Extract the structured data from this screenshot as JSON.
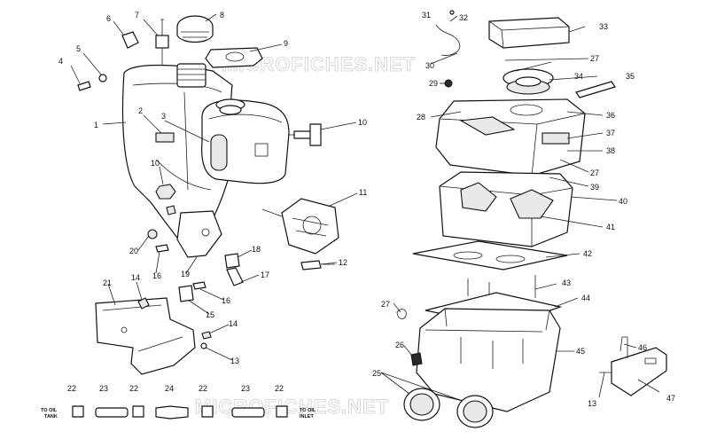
{
  "watermark": "MICROFICHES.NET",
  "labels": {
    "to_oil_tank": [
      "TO OIL",
      "TANK"
    ],
    "to_oil_inlet": [
      "TO OIL",
      "INLET"
    ]
  },
  "callouts": {
    "n1": "1",
    "n2": "2",
    "n3": "3",
    "n4": "4",
    "n5": "5",
    "n6": "6",
    "n7": "7",
    "n8": "8",
    "n9": "9",
    "n10a": "10",
    "n10b": "10",
    "n11": "11",
    "n12": "12",
    "n13a": "13",
    "n13b": "13",
    "n14a": "14",
    "n14b": "14",
    "n15": "15",
    "n16a": "16",
    "n16b": "16",
    "n17": "17",
    "n18": "18",
    "n19": "19",
    "n20": "20",
    "n21": "21",
    "n22a": "22",
    "n22b": "22",
    "n22c": "22",
    "n22d": "22",
    "n23a": "23",
    "n23b": "23",
    "n24": "24",
    "n25": "25",
    "n26": "26",
    "n27a": "27",
    "n27b": "27",
    "n27c": "27",
    "n28": "28",
    "n29": "29",
    "n30": "30",
    "n31": "31",
    "n32": "32",
    "n33": "33",
    "n34": "34",
    "n35": "35",
    "n36": "36",
    "n37": "37",
    "n38": "38",
    "n39": "39",
    "n40": "40",
    "n41": "41",
    "n42": "42",
    "n43": "43",
    "n44": "44",
    "n45": "45",
    "n46": "46",
    "n47": "47"
  }
}
